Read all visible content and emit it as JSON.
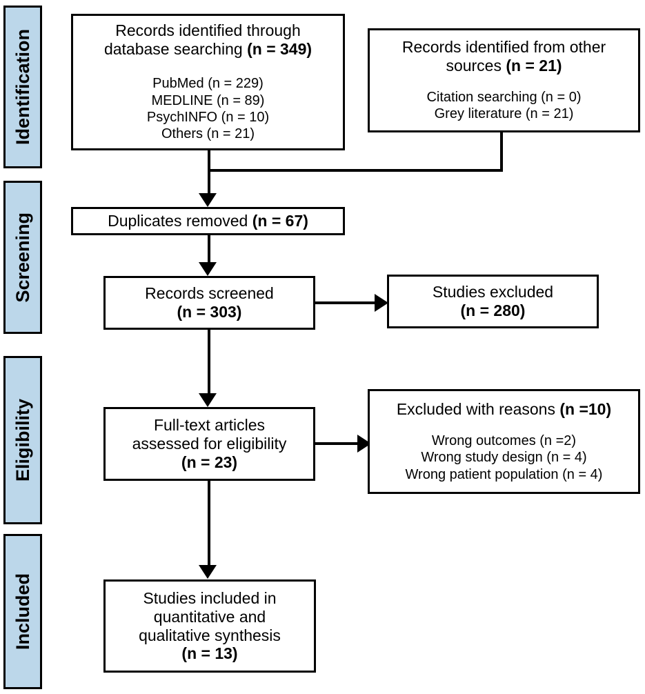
{
  "diagram": {
    "type": "prisma-flow-diagram",
    "stages": [
      {
        "id": "identification",
        "label": "Identification"
      },
      {
        "id": "screening",
        "label": "Screening"
      },
      {
        "id": "eligibility",
        "label": "Eligibility"
      },
      {
        "id": "included",
        "label": "Included"
      }
    ],
    "accent_color": "#bcd7ea",
    "line_color": "#000000",
    "box_fill": "#ffffff",
    "boxes": {
      "database_search": {
        "title_normal": "Records identified through\ndatabase searching ",
        "title_bold": "(n = 349)",
        "details": "PubMed (n = 229)\nMEDLINE (n = 89)\nPsychINFO (n = 10)\nOthers (n = 21)"
      },
      "other_sources": {
        "title_normal": "Records identified from other\nsources ",
        "title_bold": "(n = 21)",
        "details": "Citation searching (n = 0)\nGrey literature (n = 21)"
      },
      "duplicates_removed": {
        "title_normal": "Duplicates removed ",
        "title_bold": "(n = 67)"
      },
      "records_screened": {
        "title_normal": "Records screened",
        "title_bold": "(n = 303)"
      },
      "studies_excluded": {
        "title_normal": "Studies excluded",
        "title_bold": "(n = 280)"
      },
      "full_text_assessed": {
        "title_normal": "Full-text articles\nassessed for eligibility",
        "title_bold": "(n = 23)"
      },
      "excluded_with_reasons": {
        "title_normal": "Excluded with reasons ",
        "title_bold": "(n =10)",
        "details": "Wrong outcomes (n =2)\nWrong study design (n = 4)\nWrong patient population (n = 4)"
      },
      "studies_included": {
        "title_normal": "Studies included in\nquantitative and\nqualitative synthesis",
        "title_bold": "(n = 13)"
      }
    }
  }
}
